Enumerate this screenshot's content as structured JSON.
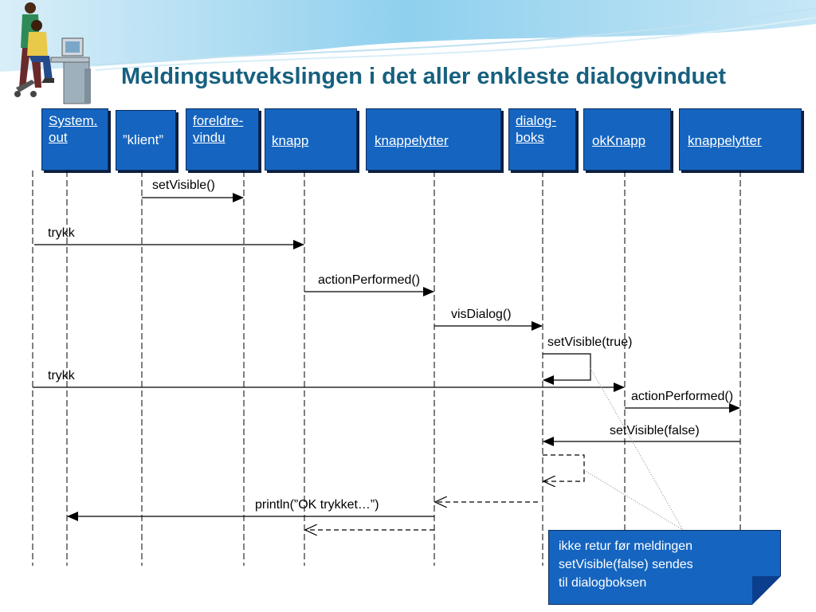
{
  "slide": {
    "title": "Meldingsutvekslingen i det aller enkleste dialogvinduet"
  },
  "objects": [
    {
      "id": "system",
      "line1": "System.",
      "line2": "out"
    },
    {
      "id": "klient",
      "line1": "”klient”",
      "line2": ""
    },
    {
      "id": "foreldre",
      "line1": "foreldre-",
      "line2": "vindu"
    },
    {
      "id": "knapp",
      "line1": "knapp",
      "line2": ""
    },
    {
      "id": "knappelytter1",
      "line1": "knappelytter",
      "line2": ""
    },
    {
      "id": "dialog",
      "line1": "dialog-",
      "line2": "boks"
    },
    {
      "id": "okknapp",
      "line1": "okKnapp",
      "line2": ""
    },
    {
      "id": "knappelytter2",
      "line1": "knappelytter",
      "line2": ""
    }
  ],
  "messages": [
    {
      "label": "setVisible()"
    },
    {
      "label": "trykk"
    },
    {
      "label": "actionPerformed()"
    },
    {
      "label": "visDialog()"
    },
    {
      "label": "setVisible(true)"
    },
    {
      "label": "trykk"
    },
    {
      "label": "actionPerformed()"
    },
    {
      "label": "setVisible(false)"
    },
    {
      "label": "println(”OK trykket…”)"
    }
  ],
  "note": {
    "line1": "ikke retur før meldingen",
    "line2": "setVisible(false) sendes",
    "line3": "til dialogboksen"
  },
  "colors": {
    "object_fill": "#1565c0",
    "title": "#17607f",
    "header_wave": "#7fc4e6"
  },
  "decoration": {
    "header_image": "people-at-computer-clipart"
  }
}
